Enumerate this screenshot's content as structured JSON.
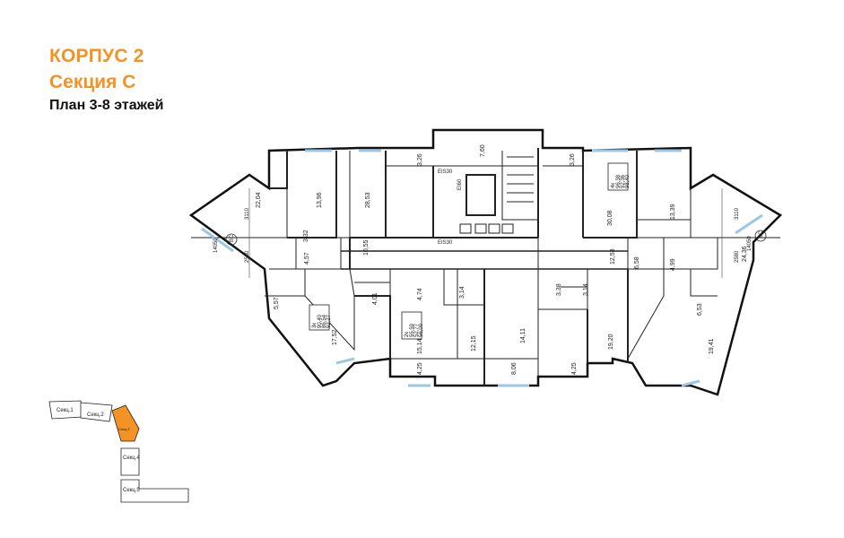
{
  "header": {
    "building": "КОРПУС 2",
    "section": "Секция С",
    "plan": "План 3-8 этажей"
  },
  "rooms": {
    "r1": "22,04",
    "r2": "13,96",
    "r3": "28,53",
    "r4": "3,26",
    "r5": "7,60",
    "r6": "3,26",
    "r7": "30,08",
    "r8": "13,39",
    "r9": "24,36",
    "r10": "10,55",
    "r11": "3,32",
    "r12": "4,57",
    "r13": "5,57",
    "r14": "17,52",
    "r15": "4,01",
    "r16": "4,74",
    "r17": "15,14",
    "r18": "3,14",
    "r19": "12,15",
    "r20": "14,11",
    "r21": "3,38",
    "r22": "3,14",
    "r23": "19,20",
    "r24": "12,53",
    "r25": "6,58",
    "r26": "4,99",
    "r27": "6,53",
    "r28": "19,41",
    "r29": "4,25",
    "r30": "8,06",
    "r31": "4,25"
  },
  "dims": {
    "d1": "3110",
    "d2": "14050",
    "d3": "2580",
    "d4": "3110",
    "d5": "14050",
    "d6": "2580"
  },
  "labels": {
    "ei1": "EIS30",
    "ei2": "EI60",
    "ei3": "EIS30",
    "bc": "BC",
    "bc2": "BC"
  },
  "apartments": {
    "a1": {
      "rooms": "3к",
      "l1": "90,40",
      "l2": "86,54",
      "l3": "92,27"
    },
    "a2": {
      "rooms": "2к",
      "l1": "55,59",
      "l2": "52,77",
      "l3": "56,00"
    },
    "a3": {
      "rooms": "4к",
      "l1": "96,38",
      "l2": "92,36",
      "l3": "98,40"
    }
  },
  "keymap": {
    "s1": "Секц.1",
    "s2": "Секц.2",
    "s3": "Секц.3",
    "s4": "Секц.4",
    "s5": "Секц.5"
  },
  "colors": {
    "accent": "#f39325"
  }
}
